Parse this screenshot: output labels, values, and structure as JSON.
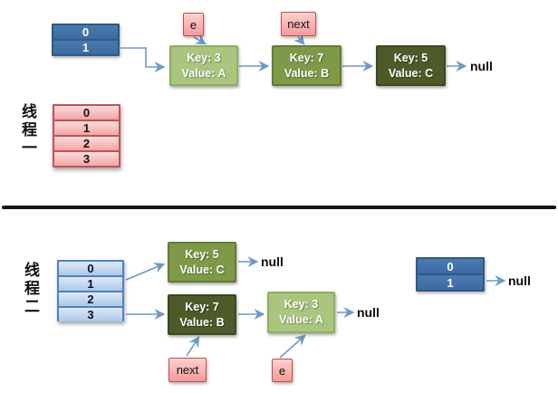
{
  "threads": {
    "thread1_label": "线程一",
    "thread2_label": "线程二"
  },
  "top": {
    "bucket_array": [
      "0",
      "1"
    ],
    "e_label": "e",
    "next_label": "next",
    "node_k3": {
      "key": "Key: 3",
      "value": "Value: A"
    },
    "node_k7": {
      "key": "Key: 7",
      "value": "Value: B"
    },
    "node_k5": {
      "key": "Key: 5",
      "value": "Value: C"
    },
    "null_label": "null",
    "table_rows": [
      "0",
      "1",
      "2",
      "3"
    ]
  },
  "bottom": {
    "table_rows": [
      "0",
      "1",
      "2",
      "3"
    ],
    "node_k5": {
      "key": "Key: 5",
      "value": "Value: C"
    },
    "node_k7": {
      "key": "Key: 7",
      "value": "Value: B"
    },
    "node_k3": {
      "key": "Key: 3",
      "value": "Value: A"
    },
    "next_label": "next",
    "e_label": "e",
    "bucket_array": [
      "0",
      "1"
    ],
    "null_after_k5": "null",
    "null_after_k3": "null",
    "null_after_bucket": "null"
  },
  "colors": {
    "node_light_green": "#a9c57e",
    "node_medium_green": "#7e9a48",
    "node_dark_green": "#4c5b28",
    "pointer_pink": "#f5a8a6",
    "bucket_blue": "#3f72a6",
    "table_light_blue": "#bdd7ee",
    "table_pink": "#f3a5a4",
    "arrow_blue": "#6f98c9"
  }
}
